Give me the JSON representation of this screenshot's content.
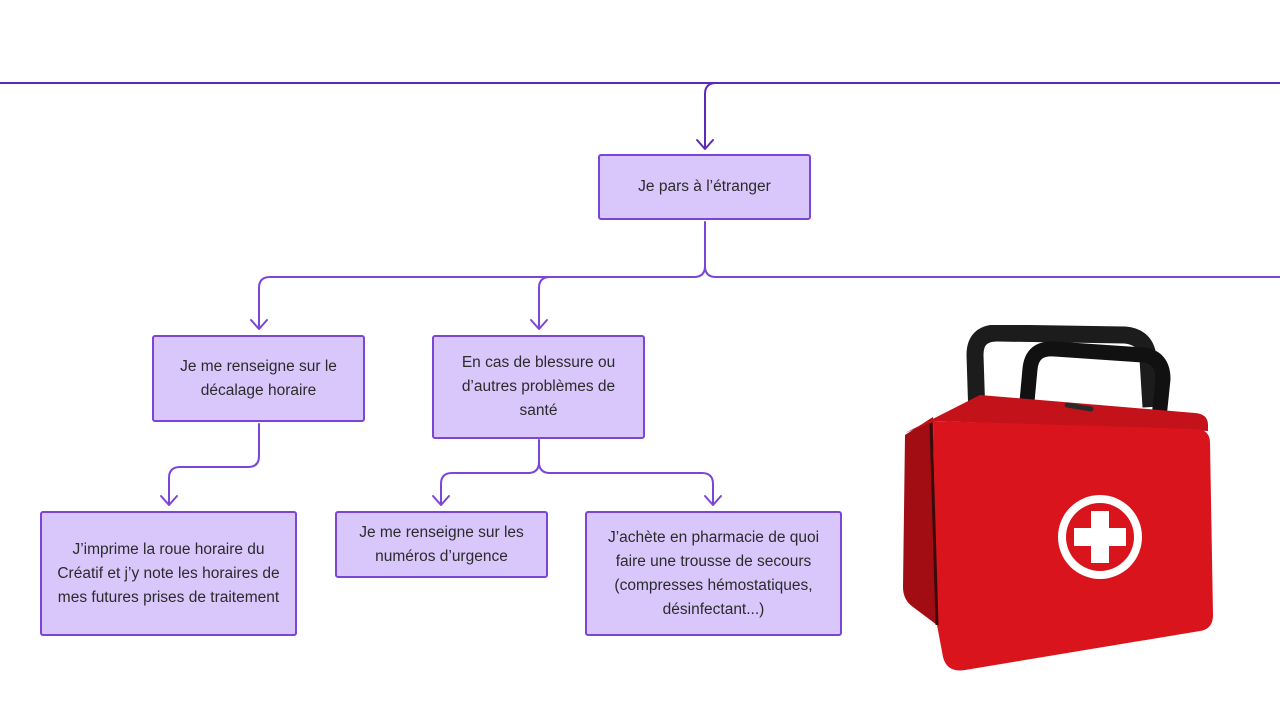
{
  "colors": {
    "connector": "#5b2bb5",
    "node_fill": "#d9c6fb",
    "node_border": "#7b45d6",
    "kit_red": "#d9141d",
    "kit_handle": "#1c1c1c",
    "cross_white": "#ffffff"
  },
  "nodes": {
    "root": "Je pars à l’étranger",
    "timezone": "Je me renseigne sur le décalage horaire",
    "injury": "En cas de blessure ou d’autres problèmes de santé",
    "print_wheel": "J’imprime la roue horaire du Créatif et j’y note les horaires de mes futures prises de traitement",
    "emergency_numbers": "Je me renseigne sur les numéros d’urgence",
    "first_aid_kit": "J’achète en pharmacie de quoi faire une trousse de secours (compresses hémostatiques, désinfectant...)"
  },
  "illustration": {
    "icon": "first-aid-kit-icon"
  }
}
